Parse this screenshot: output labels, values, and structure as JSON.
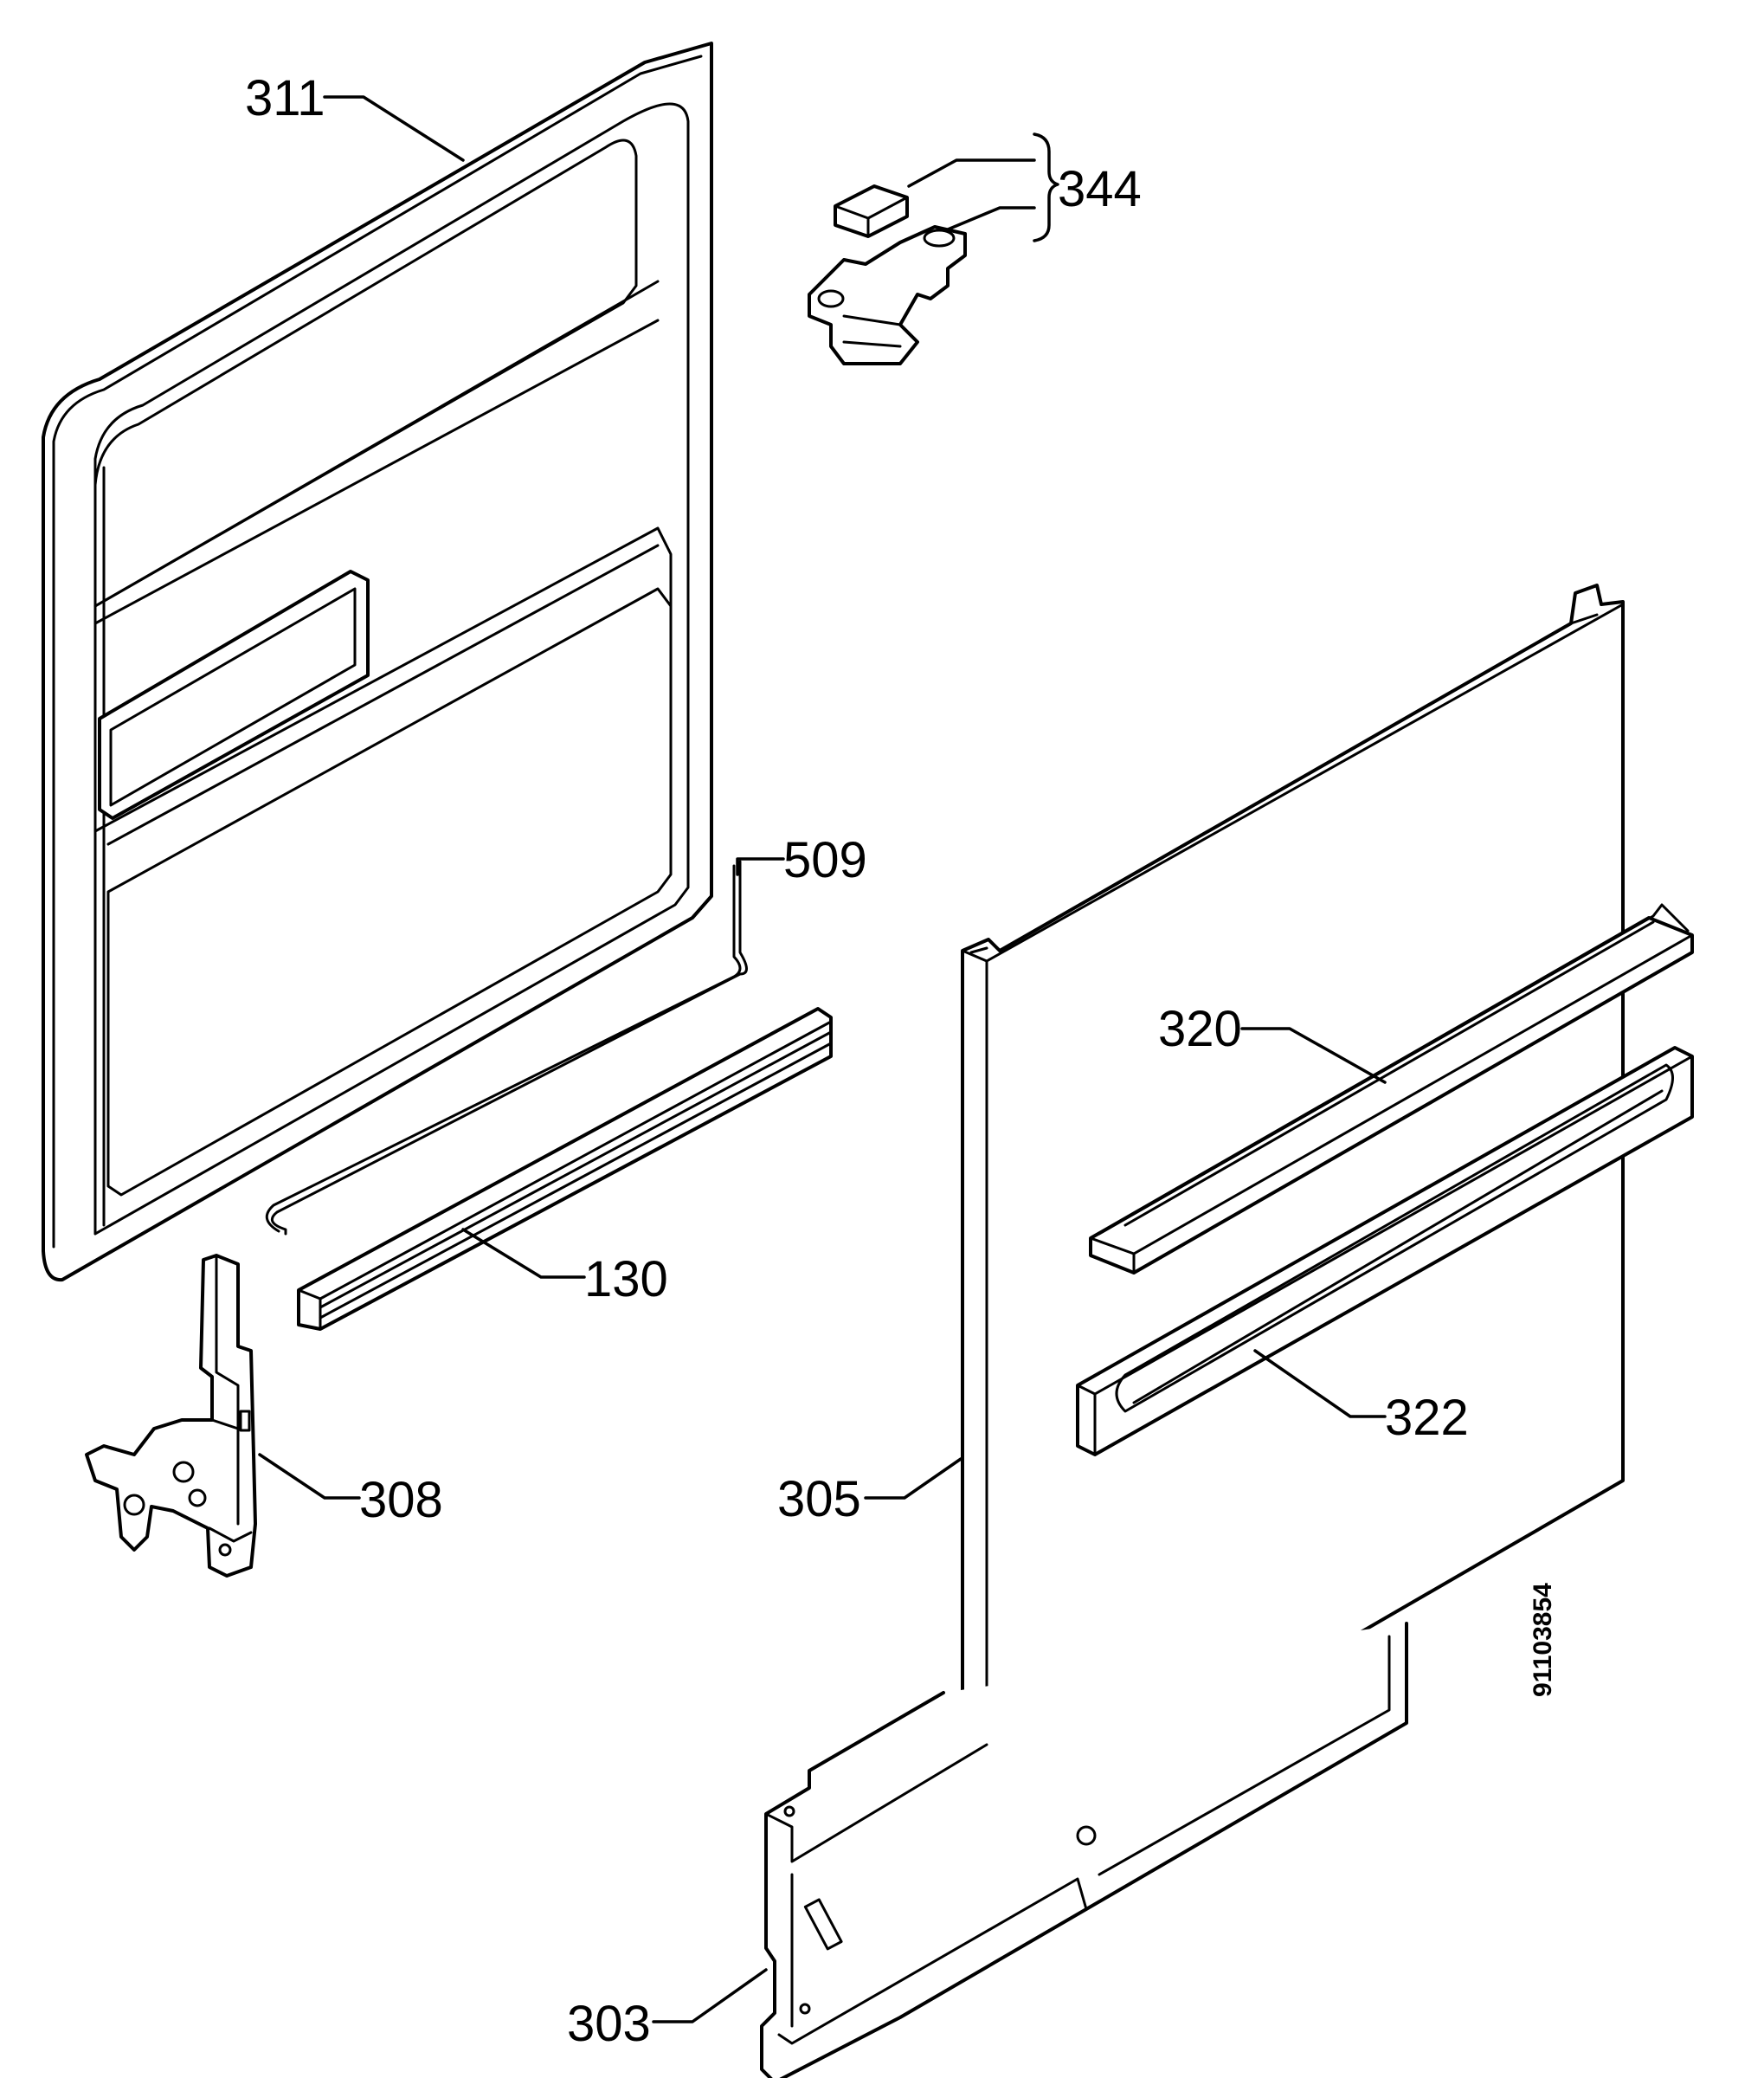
{
  "colors": {
    "line": "#000000",
    "background": "#ffffff"
  },
  "callouts": {
    "c311": "311",
    "c344": "344",
    "c509": "509",
    "c320": "320",
    "c130": "130",
    "c322": "322",
    "c308": "308",
    "c305": "305",
    "c303": "303"
  },
  "document_number": "91103854"
}
